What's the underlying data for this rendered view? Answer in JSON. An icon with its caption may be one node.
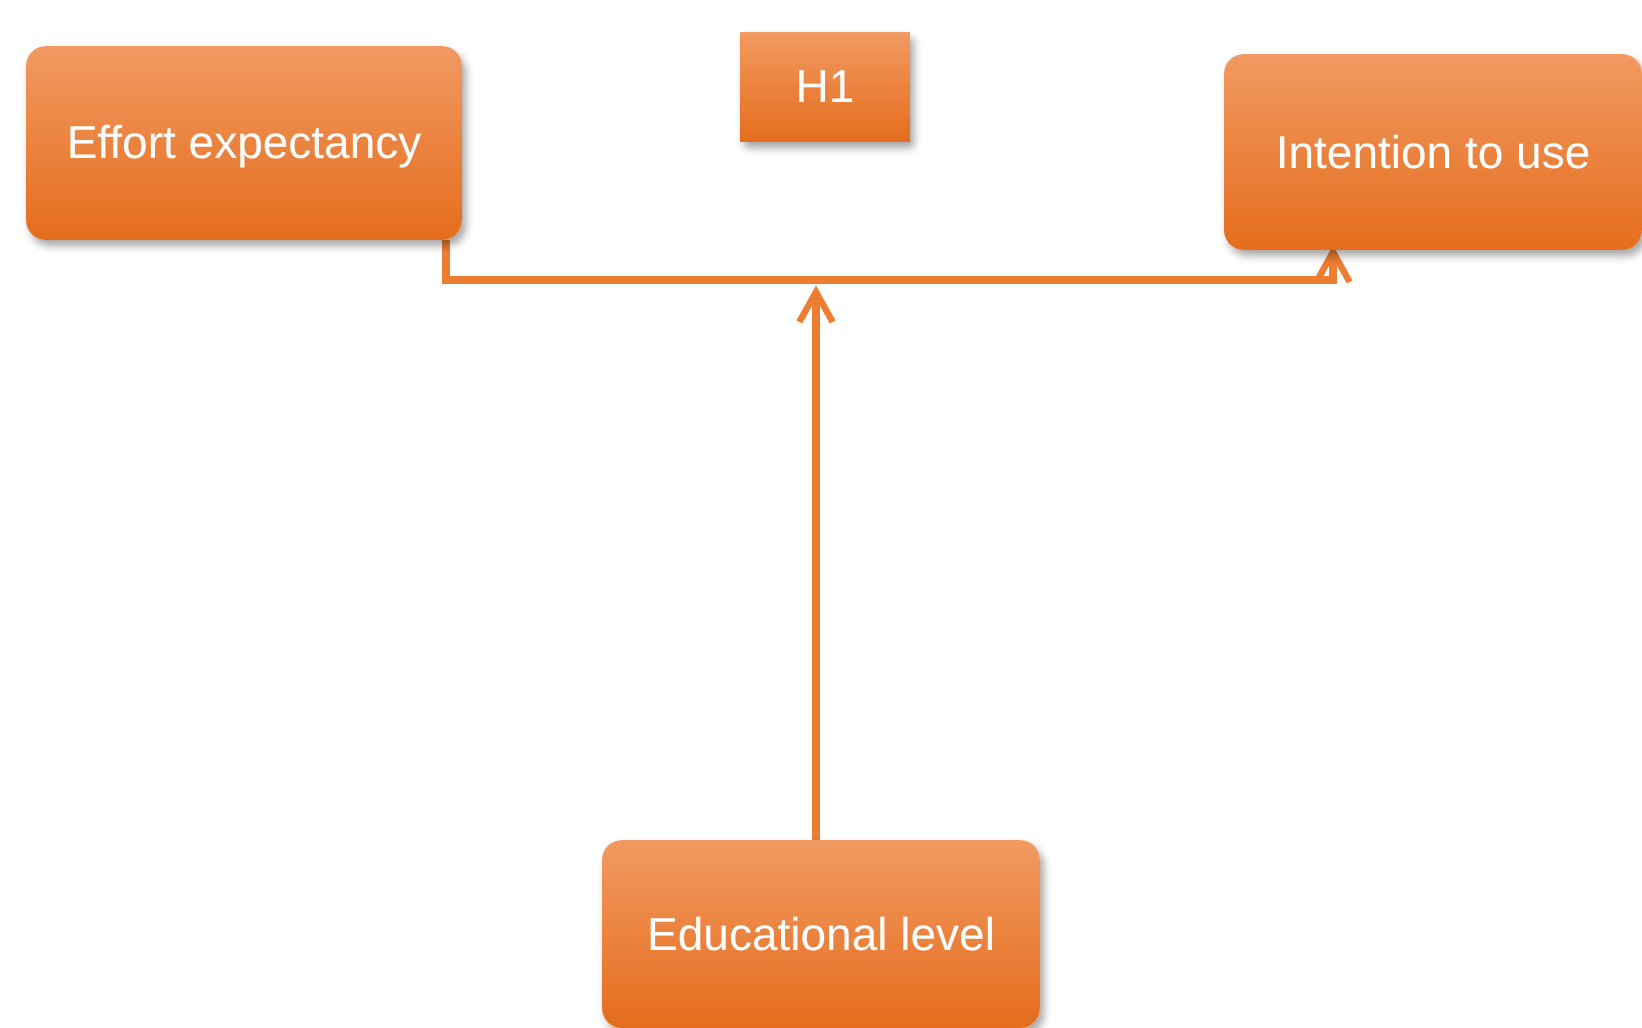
{
  "diagram": {
    "nodes": [
      {
        "text": [
          "Effort expectancy"
        ]
      },
      {
        "text": [
          "H1"
        ]
      },
      {
        "text": [
          "Intention to use"
        ]
      },
      {
        "text": [
          "Educational level"
        ]
      }
    ],
    "edges": [
      {
        "from": 0,
        "to": 2,
        "arrow": "to"
      },
      {
        "from": 3,
        "to": null,
        "arrow": "to"
      }
    ]
  }
}
